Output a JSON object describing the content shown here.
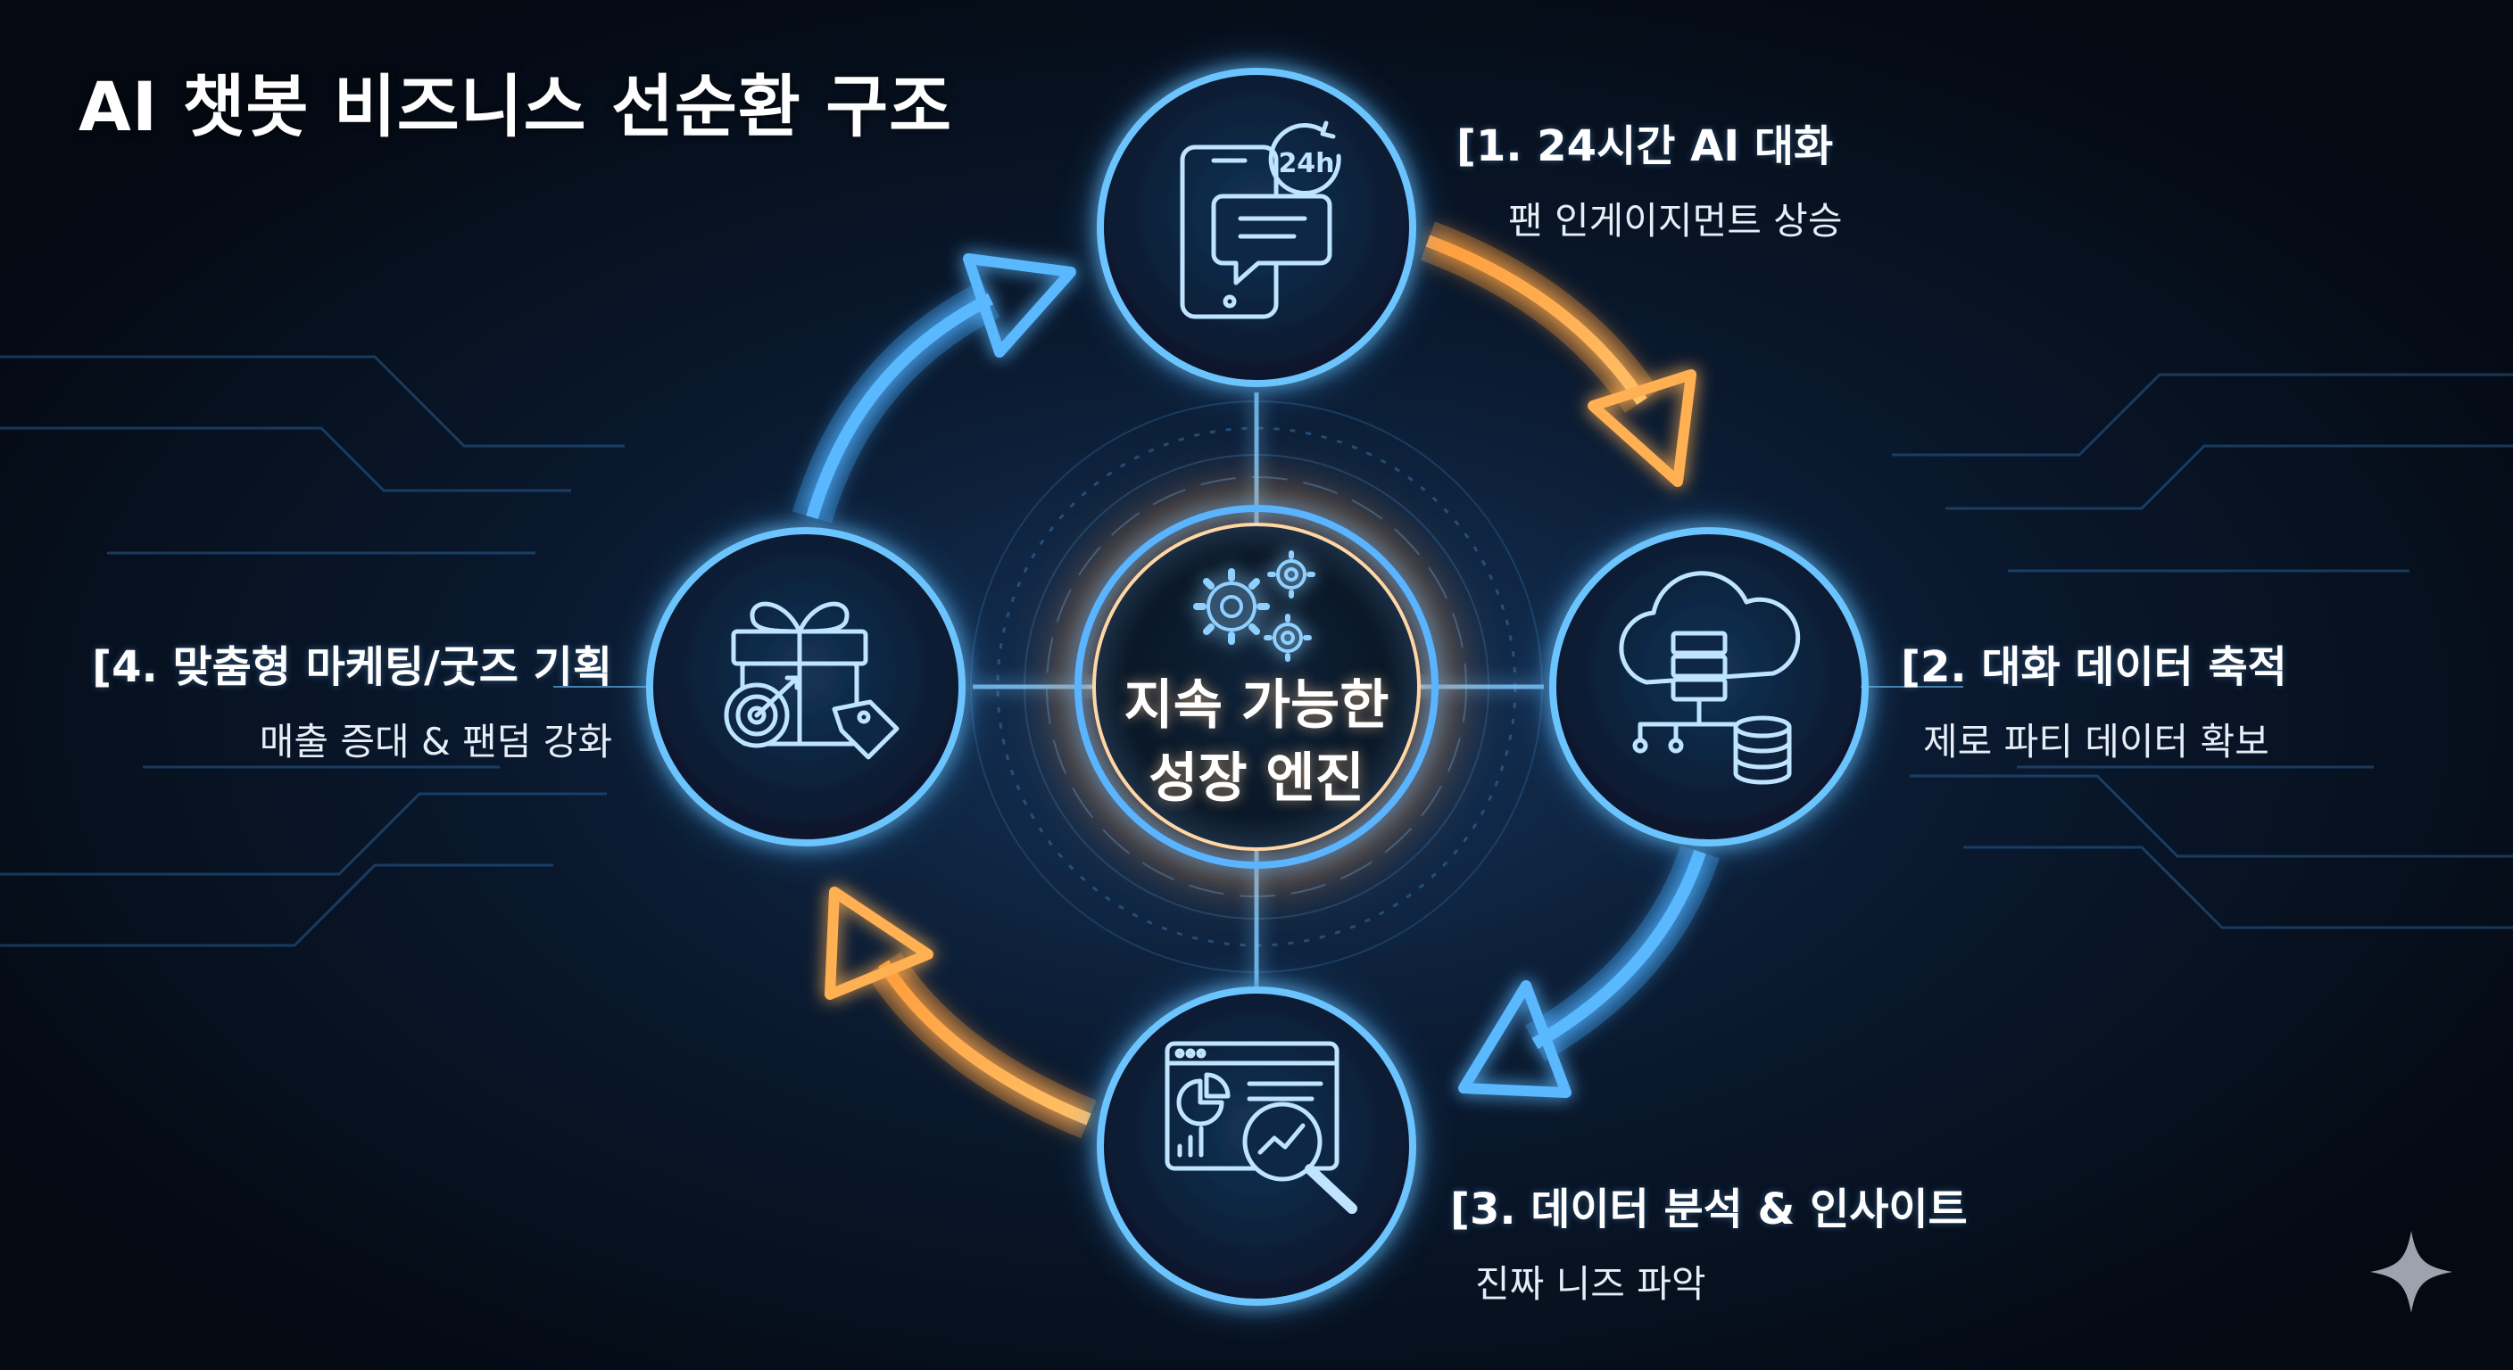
{
  "title": "AI 챗봇 비즈니스 선순환 구조",
  "center": {
    "line1": "지속 가능한",
    "line2": "성장 엔진"
  },
  "stages": [
    {
      "heading": "[1. 24시간 AI 대화",
      "description": "팬 인게이지먼트 상승",
      "icon": "smartphone-chat-24h-icon"
    },
    {
      "heading": "[2. 대화 데이터 축적",
      "description": "제로 파티 데이터 확보",
      "icon": "cloud-database-icon"
    },
    {
      "heading": "[3. 데이터 분석 & 인사이트",
      "description": "진짜 니즈 파악",
      "icon": "analytics-dashboard-magnifier-icon"
    },
    {
      "heading": "[4. 맞춤형 마케팅/굿즈 기획",
      "description": "매출 증대 & 팬덤 강화",
      "icon": "gift-target-tag-icon"
    }
  ],
  "center_icon": "gears-icon",
  "colors": {
    "background": "#050b16",
    "blue_glow": "#3fa9ff",
    "orange_glow": "#ffa63a",
    "node_ring": "#6cc4ff"
  }
}
